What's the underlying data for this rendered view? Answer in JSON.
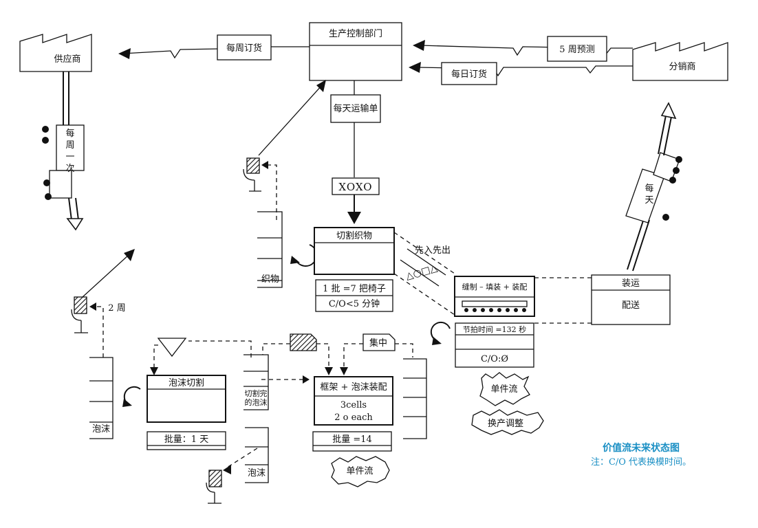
{
  "production_control": {
    "label": "生产控制部门"
  },
  "supplier": {
    "label": "供应商"
  },
  "distributor": {
    "label": "分销商"
  },
  "messages": {
    "weekly_order": "每周订货",
    "forecast": "5 周预测",
    "daily_order": "每日订货",
    "daily_shipping": "每天运输单"
  },
  "supplier_truck": {
    "label": "每周一次"
  },
  "distributor_truck": {
    "label": "每天"
  },
  "heijunka": {
    "label": "XOXO"
  },
  "cut_fabric": {
    "title": "切割织物",
    "data": [
      "1 批 =7 把椅子",
      "C/O<5 分钟"
    ]
  },
  "fabric_supermarket": {
    "label": "织物"
  },
  "fifo": {
    "label": "先入先出",
    "shapes": "△○□△"
  },
  "sew_fill_assemble": {
    "title": "缝制 – 填装 + 装配",
    "data": [
      "节拍时间 =132 秒",
      "",
      "C/O:Ø"
    ]
  },
  "shipping": {
    "title": "装运",
    "subtitle": "配送"
  },
  "kaizen_single_flow_top": "单件流",
  "kaizen_changeover": "换产调整",
  "kaizen_single_flow_bottom": "单件流",
  "two_weeks": "2 周",
  "foam_cut": {
    "title": "泡沫切割",
    "data": [
      "批量：1 天"
    ]
  },
  "foam_supermarket": {
    "label": "泡沫"
  },
  "cut_foam_supermarket": {
    "label": "切割完的泡沫"
  },
  "foam_supermarket_bottom": {
    "label": "泡沫"
  },
  "frame_foam_assembly": {
    "title": "框架 + 泡沫装配",
    "lines": [
      "3cells",
      "2 o each"
    ],
    "data": [
      "批量 =14"
    ]
  },
  "concentrate": {
    "label": "集中"
  },
  "legend": {
    "title": "价值流未来状态图",
    "note": "注：C/O 代表换模时间。"
  },
  "colors": {
    "legend": "#1a8fc4",
    "ink": "#111111"
  }
}
